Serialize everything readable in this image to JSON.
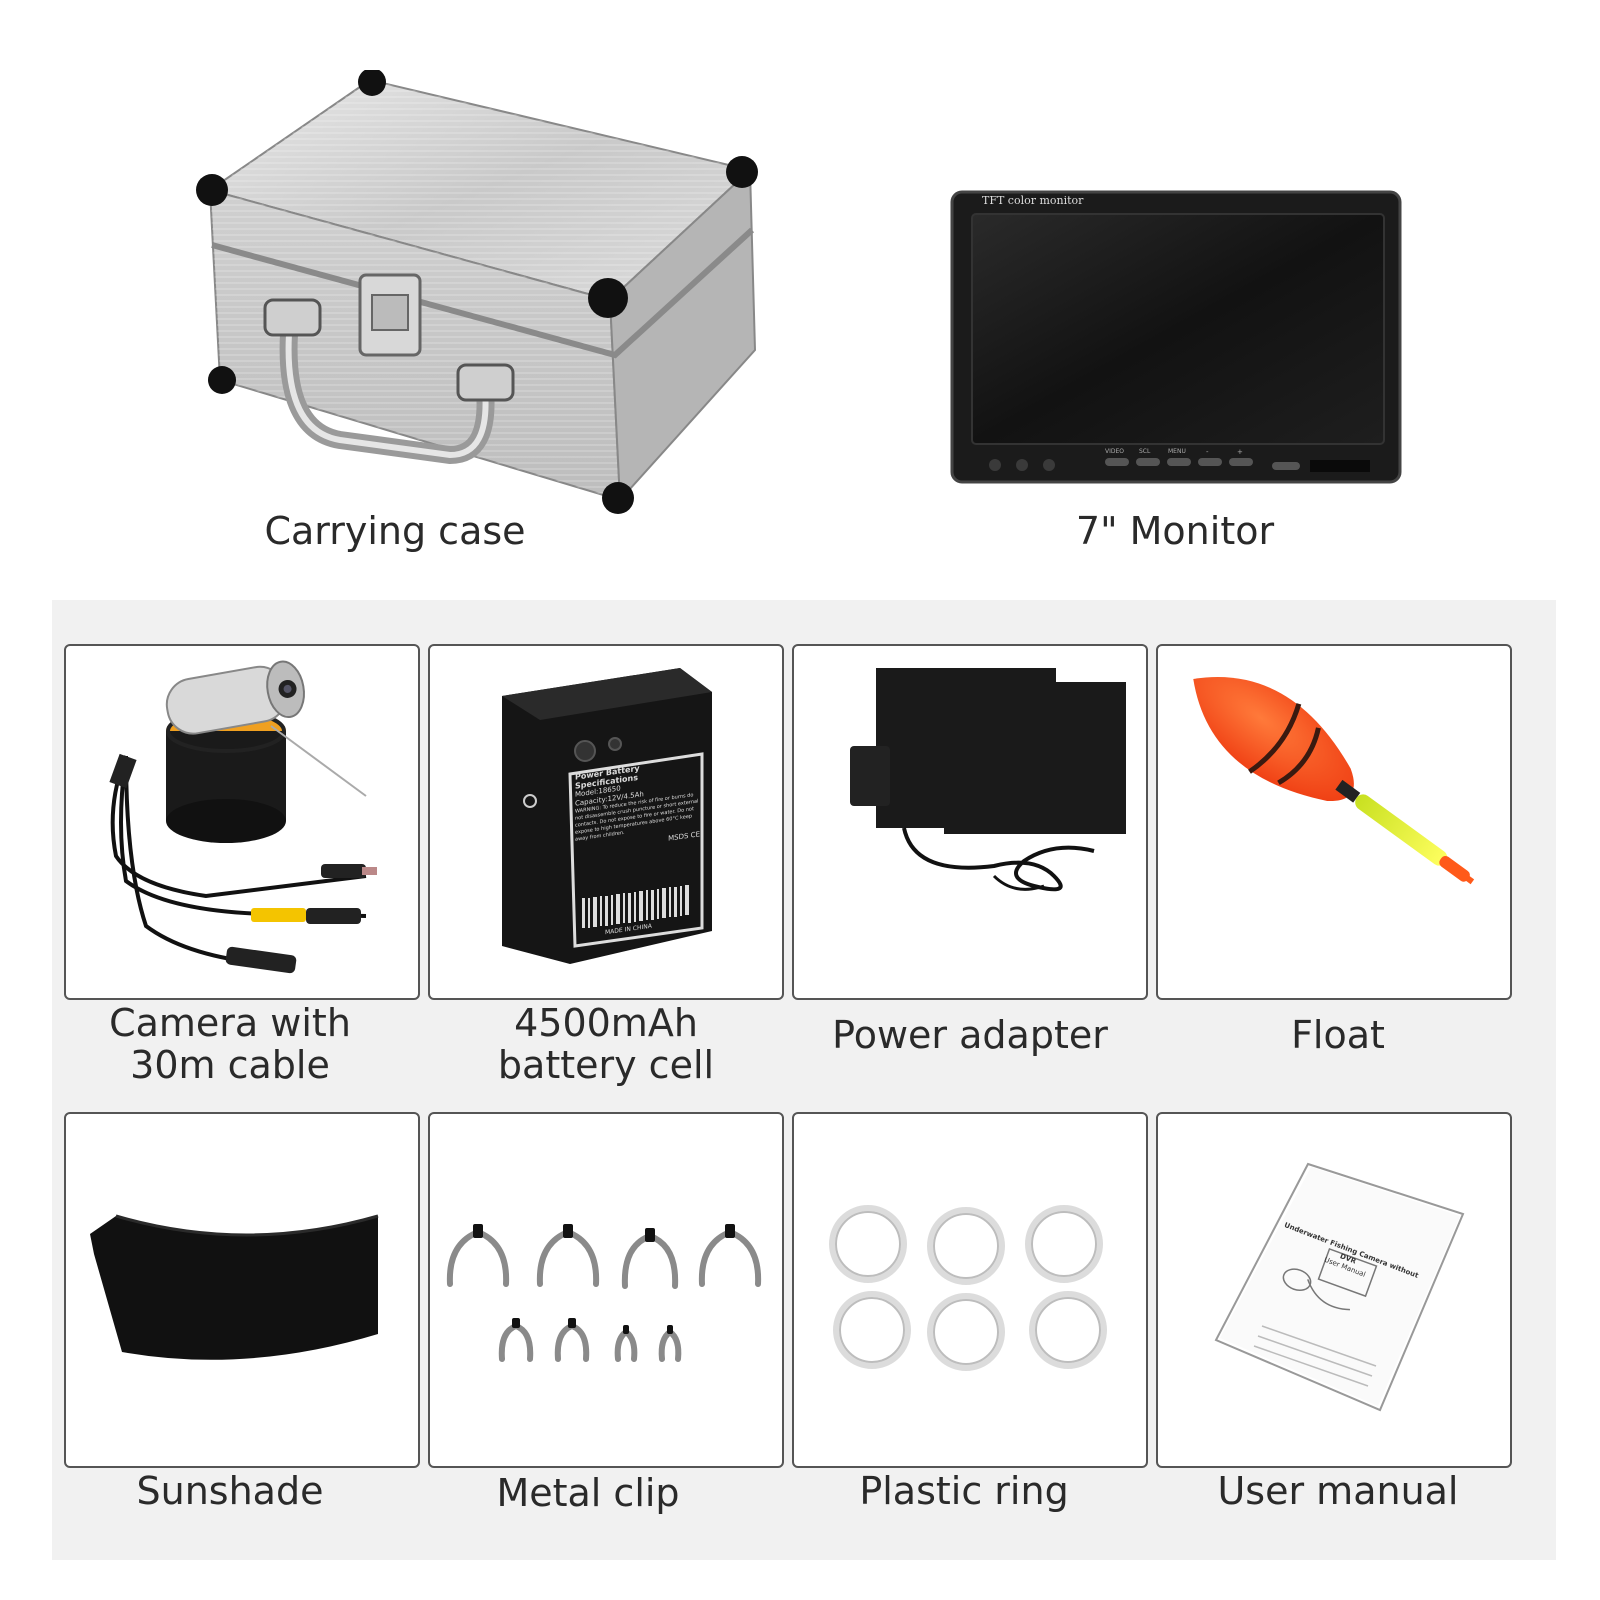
{
  "top": {
    "case_label": "Carrying case",
    "monitor_label": "7\" Monitor",
    "monitor_brand": "TFT color monitor",
    "monitor_buttons": [
      "VIDEO",
      "SCL",
      "MENU",
      "-",
      "+"
    ]
  },
  "items": [
    {
      "line1": "Camera with",
      "line2": "30m cable"
    },
    {
      "line1": "4500mAh",
      "line2": "battery cell"
    },
    {
      "line1": "Power adapter",
      "line2": ""
    },
    {
      "line1": "Float",
      "line2": ""
    },
    {
      "line1": "Sunshade",
      "line2": ""
    },
    {
      "line1": "Metal clip",
      "line2": ""
    },
    {
      "line1": "Plastic ring",
      "line2": ""
    },
    {
      "line1": "User manual",
      "line2": ""
    }
  ],
  "battery": {
    "heading": "Power Battery Specifications",
    "capacity": "Capacity:12V/4.5Ah",
    "model": "Model:18650",
    "warning": "WARNING: To reduce the risk of fire or burns do not disassemble crush puncture or short external contacts. Do not expose to fire or water. Do not expose to high temperatures above 60°C keep away from children.",
    "marks": "MSDS CE",
    "made_in": "MADE IN CHINA"
  },
  "manual": {
    "title": "Underwater Fishing Camera without DVR",
    "subtitle": "User Manual"
  },
  "colors": {
    "panel_bg": "#f1f1f1",
    "card_border": "#555555",
    "float_orange": "#ff5a1a",
    "float_yellow": "#e8f040"
  }
}
